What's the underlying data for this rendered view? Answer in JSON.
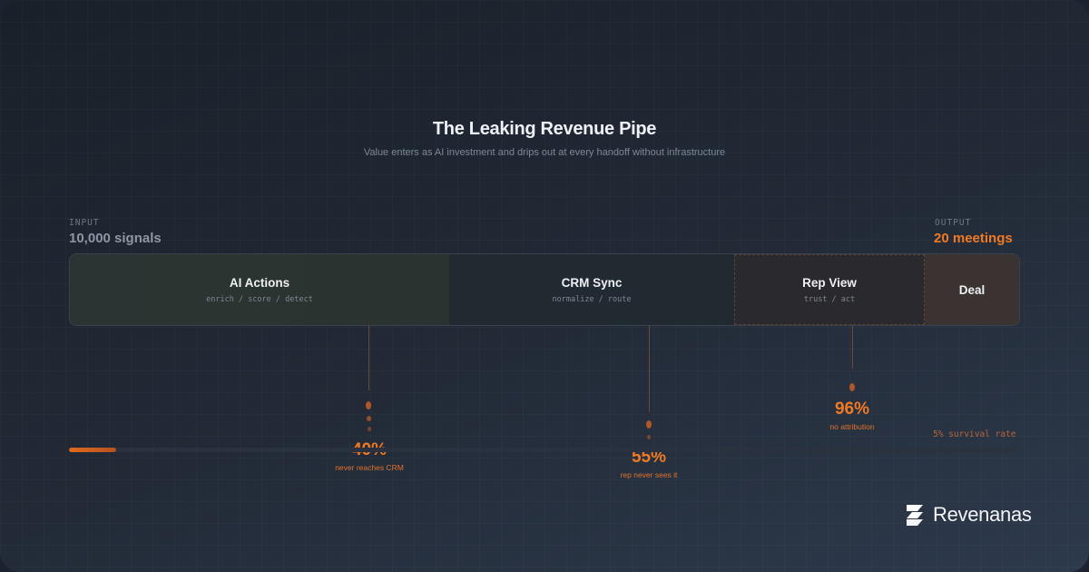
{
  "title": "The Leaking Revenue Pipe",
  "subtitle": "Value enters as AI investment and drips out at every handoff without infrastructure",
  "input": {
    "label": "INPUT",
    "value": "10,000 signals"
  },
  "output": {
    "label": "OUTPUT",
    "value": "20 meetings"
  },
  "stages": [
    {
      "name": "AI Actions",
      "sub": "enrich / score / detect"
    },
    {
      "name": "CRM Sync",
      "sub": "normalize / route"
    },
    {
      "name": "Rep View",
      "sub": "trust / act"
    },
    {
      "name": "Deal",
      "sub": ""
    }
  ],
  "leaks": [
    {
      "percent": "40%",
      "label": "never reaches CRM"
    },
    {
      "percent": "55%",
      "label": "rep never sees it"
    },
    {
      "percent": "96%",
      "label": "no attribution"
    }
  ],
  "survival": {
    "label": "5% survival rate",
    "fraction": 0.05
  },
  "brand": {
    "name": "Revenanas",
    "accent": "#f07a24"
  }
}
